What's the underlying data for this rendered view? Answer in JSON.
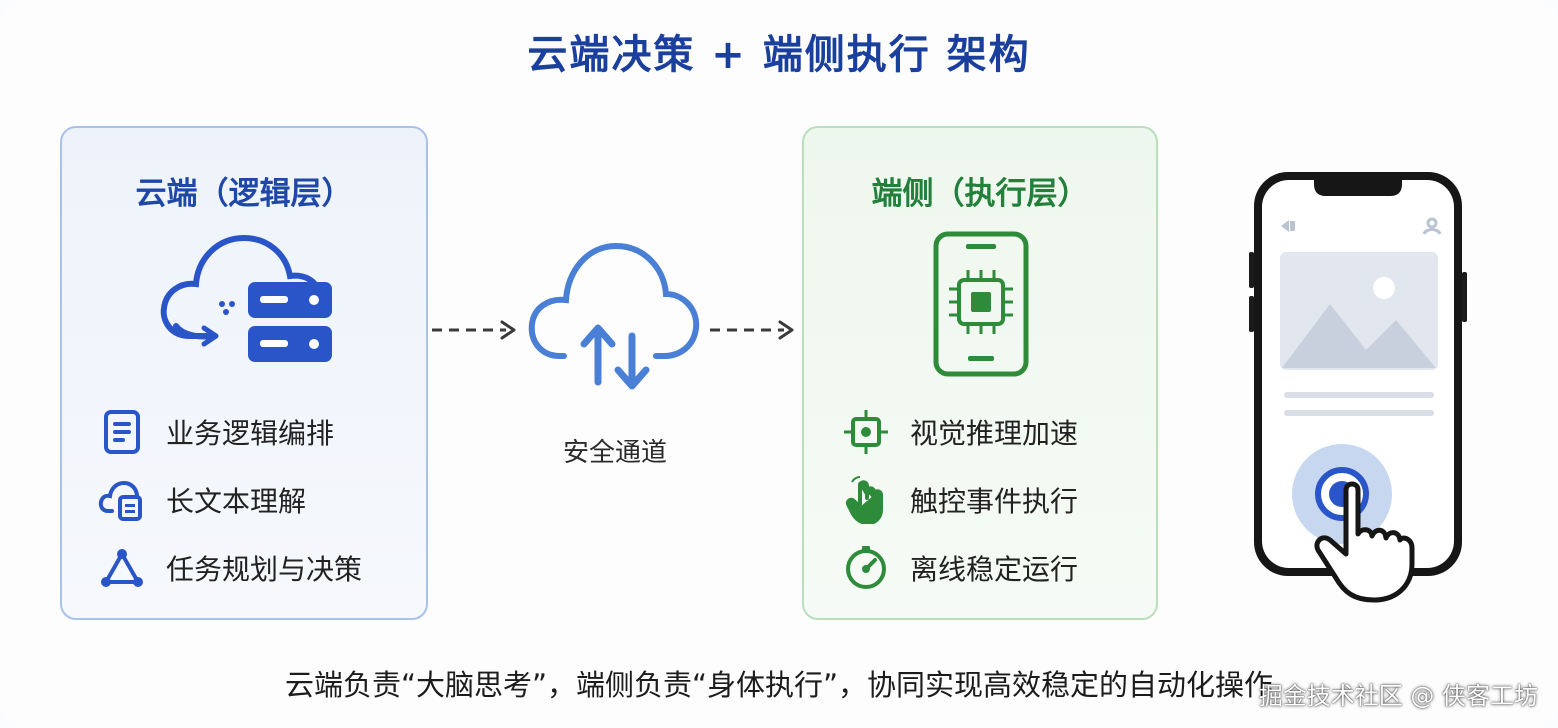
{
  "title": "云端决策 + 端侧执行 架构",
  "cloud_panel": {
    "title": "云端（逻辑层）",
    "items": [
      {
        "icon": "document-icon",
        "label": "业务逻辑编排"
      },
      {
        "icon": "cloud-document-icon",
        "label": "长文本理解"
      },
      {
        "icon": "network-triangle-icon",
        "label": "任务规划与决策"
      }
    ]
  },
  "channel": {
    "label": "安全通道",
    "icon": "cloud-sync-icon"
  },
  "device_panel": {
    "title": "端侧（执行层）",
    "items": [
      {
        "icon": "chip-target-icon",
        "label": "视觉推理加速"
      },
      {
        "icon": "tap-hand-icon",
        "label": "触控事件执行"
      },
      {
        "icon": "gauge-icon",
        "label": "离线稳定运行"
      }
    ]
  },
  "caption": "云端负责“大脑思考”，端侧负责“身体执行”，协同实现高效稳定的自动化操作",
  "watermark": "掘金技术社区 @ 侠客工坊",
  "colors": {
    "cloud_blue": "#2a55c8",
    "device_green": "#2e8b3a",
    "title_blue": "#1a3f9c"
  }
}
